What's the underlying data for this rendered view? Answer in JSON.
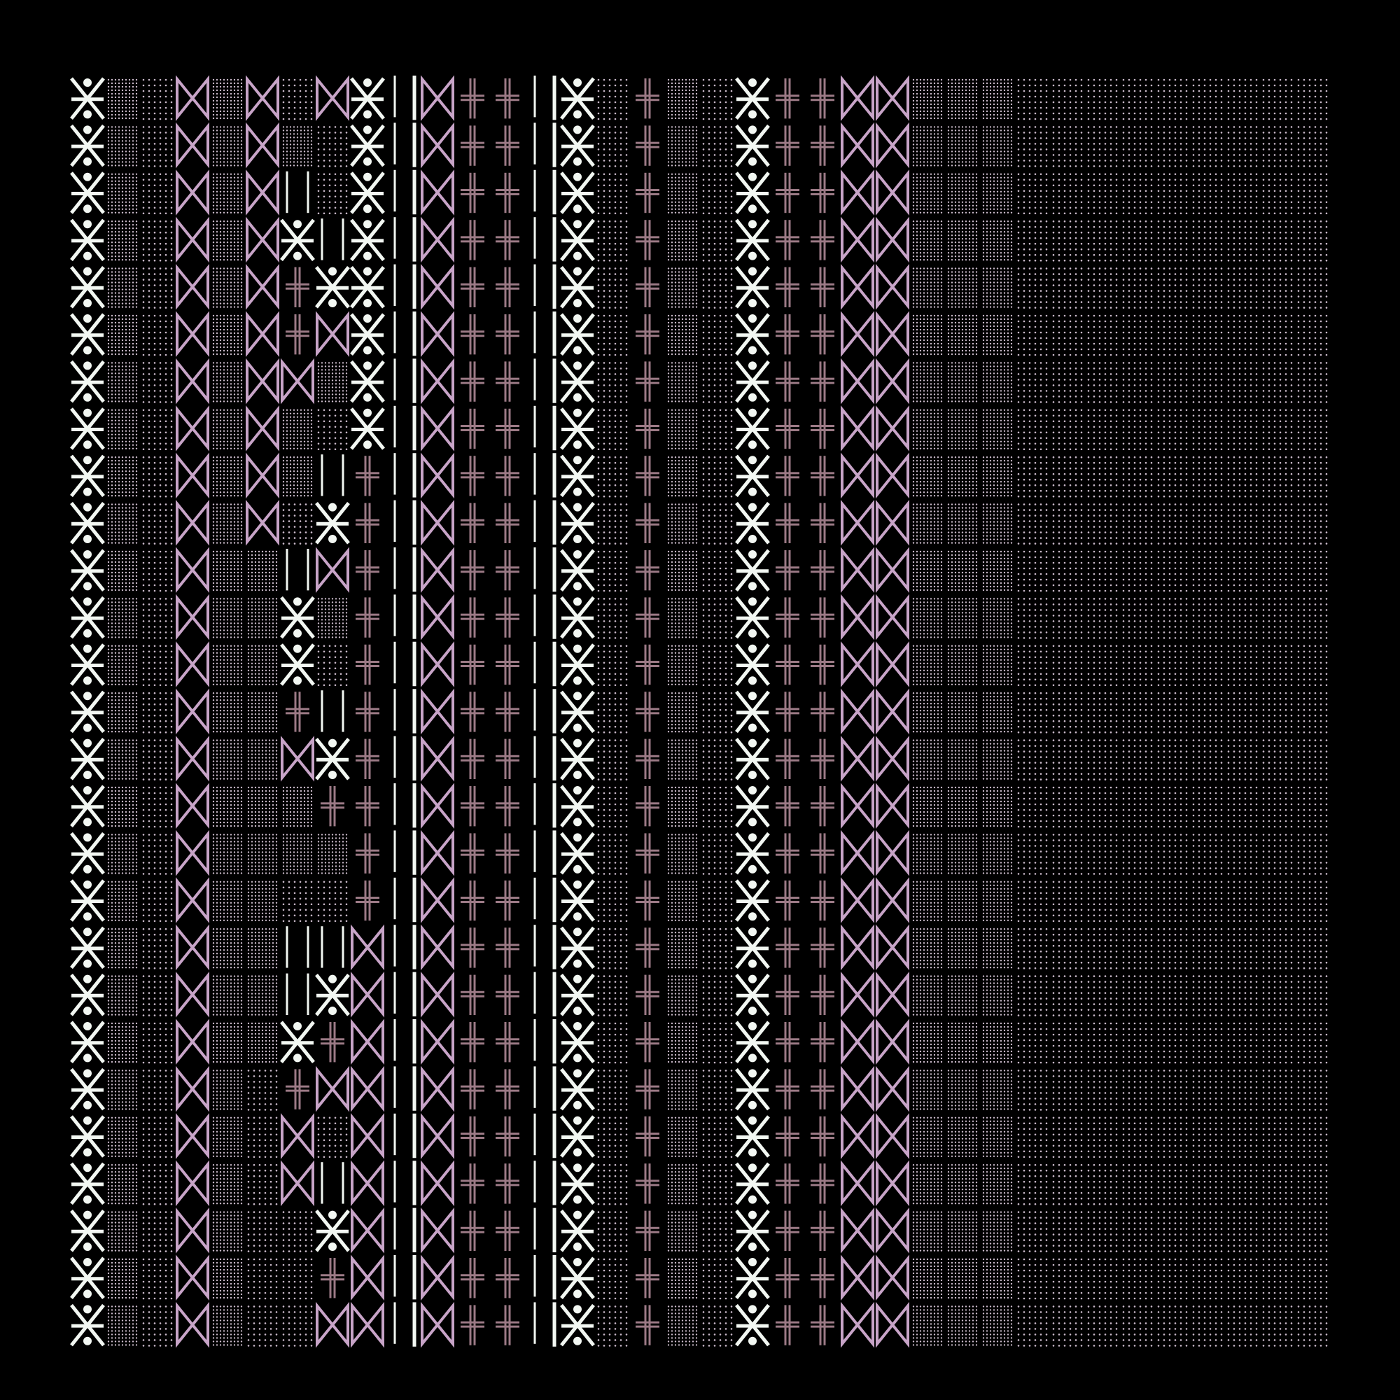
{
  "artwork": {
    "kind": "generative glyph grid",
    "colors": {
      "background": "#000000",
      "white": "#f2f7f2",
      "lilac": "#c8a4c8",
      "mauve": "#9c7a86",
      "dot": "#c9b9c9"
    },
    "glyphs": [
      "figure-x",
      "bowtie",
      "double-cross",
      "dot-grid",
      "dot-grid-sparse",
      "vertical-bars",
      "empty"
    ],
    "grid": {
      "columns": 36,
      "rows": 27
    },
    "columns": [
      {
        "glyph": "figure-x",
        "color": "white"
      },
      {
        "glyph": "dot-grid",
        "color": "dot"
      },
      {
        "glyph": "dot-grid-sparse",
        "color": "dot"
      },
      {
        "glyph": "bowtie",
        "color": "lilac"
      },
      {
        "glyph": "dot-grid",
        "color": "dot"
      },
      {
        "glyph": "mixed",
        "color": "lilac"
      },
      {
        "glyph": "mixed",
        "color": "lilac"
      },
      {
        "glyph": "mixed",
        "color": "lilac"
      },
      {
        "glyph": "mixed",
        "color": "white"
      },
      {
        "glyph": "vertical-bars",
        "color": "white"
      },
      {
        "glyph": "bowtie",
        "color": "lilac"
      },
      {
        "glyph": "double-cross",
        "color": "mauve"
      },
      {
        "glyph": "double-cross",
        "color": "mauve"
      },
      {
        "glyph": "vertical-bars",
        "color": "white"
      },
      {
        "glyph": "figure-x",
        "color": "white"
      },
      {
        "glyph": "dot-grid-sparse",
        "color": "dot"
      },
      {
        "glyph": "double-cross",
        "color": "mauve"
      },
      {
        "glyph": "dot-grid",
        "color": "dot"
      },
      {
        "glyph": "dot-grid-sparse",
        "color": "dot"
      },
      {
        "glyph": "figure-x",
        "color": "white"
      },
      {
        "glyph": "double-cross",
        "color": "mauve"
      },
      {
        "glyph": "double-cross",
        "color": "mauve"
      },
      {
        "glyph": "bowtie",
        "color": "lilac"
      },
      {
        "glyph": "bowtie",
        "color": "lilac"
      },
      {
        "glyph": "dot-grid",
        "color": "dot"
      },
      {
        "glyph": "dot-grid",
        "color": "dot"
      },
      {
        "glyph": "dot-grid",
        "color": "dot"
      },
      {
        "glyph": "dot-grid-sparse",
        "color": "dot"
      },
      {
        "glyph": "dot-grid-sparse",
        "color": "dot"
      },
      {
        "glyph": "dot-grid-sparse",
        "color": "dot"
      },
      {
        "glyph": "dot-grid-sparse",
        "color": "dot"
      },
      {
        "glyph": "dot-grid-sparse",
        "color": "dot"
      },
      {
        "glyph": "dot-grid-sparse",
        "color": "dot"
      },
      {
        "glyph": "dot-grid-sparse",
        "color": "dot"
      },
      {
        "glyph": "dot-grid-sparse",
        "color": "dot"
      },
      {
        "glyph": "dot-grid-sparse",
        "color": "dot"
      }
    ],
    "mixed_columns": {
      "5": [
        "bowtie",
        "bowtie",
        "bowtie",
        "bowtie",
        "bowtie",
        "bowtie",
        "bowtie",
        "bowtie",
        "bowtie",
        "bowtie",
        "dot-grid",
        "dot-grid",
        "dot-grid",
        "dot-grid",
        "dot-grid",
        "dot-grid",
        "dot-grid",
        "dot-grid",
        "dot-grid",
        "dot-grid",
        "dot-grid",
        "dot-grid-sparse",
        "dot-grid-sparse",
        "dot-grid-sparse",
        "dot-grid-sparse",
        "dot-grid-sparse",
        "dot-grid-sparse"
      ],
      "6": [
        "dot-grid-sparse",
        "dot-grid",
        "vertical-bars",
        "figure-x",
        "double-cross",
        "double-cross",
        "bowtie",
        "dot-grid",
        "dot-grid",
        "dot-grid-sparse",
        "vertical-bars",
        "figure-x",
        "figure-x",
        "double-cross",
        "bowtie",
        "dot-grid",
        "dot-grid",
        "dot-grid-sparse",
        "vertical-bars",
        "vertical-bars",
        "figure-x",
        "double-cross",
        "bowtie",
        "bowtie",
        "dot-grid-sparse",
        "dot-grid-sparse",
        "dot-grid-sparse"
      ],
      "7": [
        "bowtie",
        "dot-grid-sparse",
        "dot-grid-sparse",
        "vertical-bars",
        "figure-x",
        "bowtie",
        "dot-grid",
        "dot-grid-sparse",
        "vertical-bars",
        "figure-x",
        "bowtie",
        "dot-grid",
        "dot-grid-sparse",
        "vertical-bars",
        "figure-x",
        "double-cross",
        "dot-grid",
        "dot-grid-sparse",
        "vertical-bars",
        "figure-x",
        "double-cross",
        "bowtie",
        "dot-grid-sparse",
        "vertical-bars",
        "figure-x",
        "double-cross",
        "bowtie"
      ],
      "8": [
        "figure-x",
        "figure-x",
        "figure-x",
        "figure-x",
        "figure-x",
        "figure-x",
        "figure-x",
        "figure-x",
        "double-cross",
        "double-cross",
        "double-cross",
        "double-cross",
        "double-cross",
        "double-cross",
        "double-cross",
        "double-cross",
        "double-cross",
        "double-cross",
        "bowtie",
        "bowtie",
        "bowtie",
        "bowtie",
        "bowtie",
        "bowtie",
        "bowtie",
        "bowtie",
        "bowtie"
      ]
    }
  }
}
